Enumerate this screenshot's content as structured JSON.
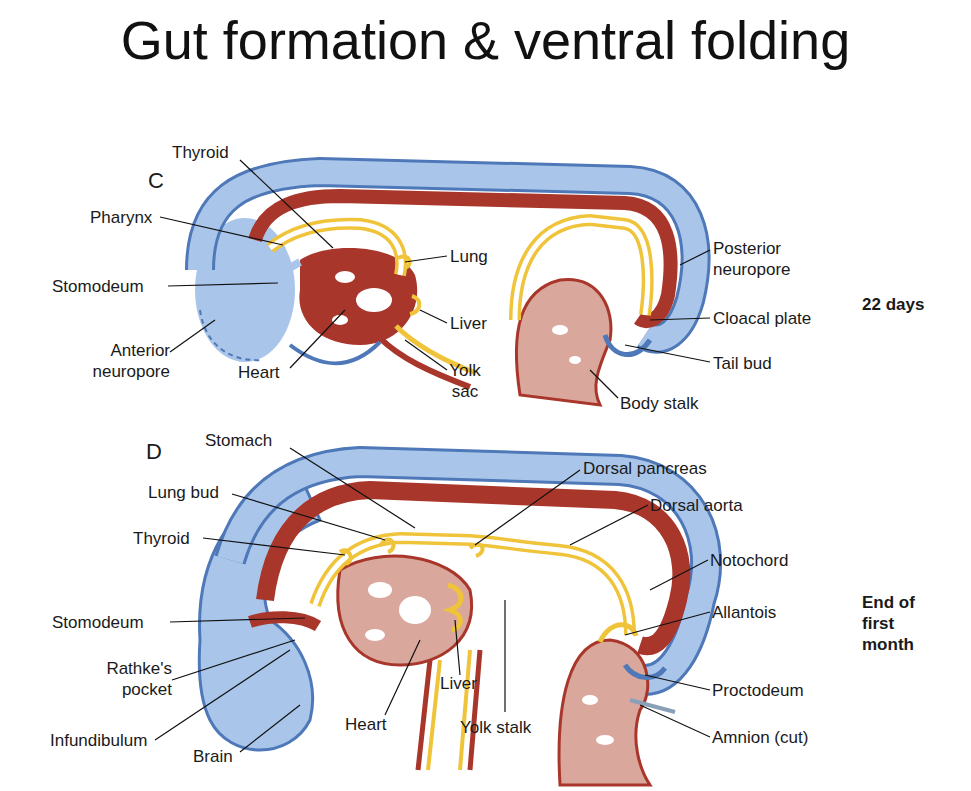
{
  "diagram": {
    "title": "Gut formation & ventral folding",
    "labels": [
      "C",
      "Thyroid",
      "Pharynx",
      "Stomodeum",
      "Anterior neuropore",
      "Heart",
      "Lung",
      "Liver",
      "Yolk sac",
      "Posterior neuropore",
      "Cloacal plate",
      "Tail bud",
      "Body stalk",
      "22 days",
      "Stomach",
      "D",
      "Lung bud",
      "Thyroid",
      "Stomodeum",
      "Rathke's pocket",
      "Infundibulum",
      "Brain",
      "Heart",
      "Liver",
      "Yolk stalk",
      "Dorsal pancreas",
      "Dorsal aorta",
      "Notochord",
      "Allantois",
      "Proctodeum",
      "Amnion (cut)",
      "End of first month"
    ]
  }
}
